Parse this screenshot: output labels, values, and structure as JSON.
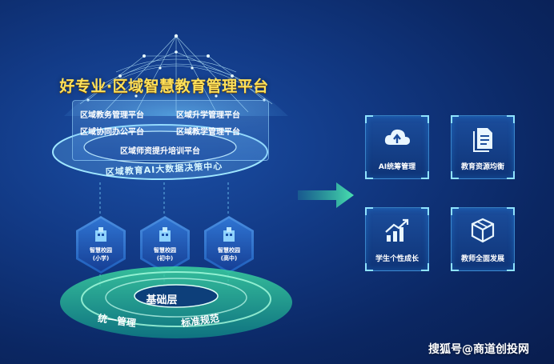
{
  "header": {
    "title": "好专业·区域智慧教育管理平台"
  },
  "platforms": [
    "区域教务管理平台",
    "区域升学管理平台",
    "区域协同办公平台",
    "区域教学管理平台",
    "区域师资提升培训平台"
  ],
  "center_label": "区域教育AI大数据决策中心",
  "schools": [
    {
      "name": "智慧校园",
      "level": "(小学)"
    },
    {
      "name": "智慧校园",
      "level": "(初中)"
    },
    {
      "name": "智慧校园",
      "level": "(高中)"
    }
  ],
  "base": {
    "title": "基础层",
    "left_label": "统一管理",
    "right_label": "标准规范"
  },
  "cards": [
    {
      "label": "AI统筹管理",
      "icon": "cloud-upload-icon"
    },
    {
      "label": "教育资源均衡",
      "icon": "document-icon"
    },
    {
      "label": "学生个性成长",
      "icon": "growth-chart-icon"
    },
    {
      "label": "教师全面发展",
      "icon": "cube-icon"
    }
  ],
  "watermark": "搜狐号@商道创投网",
  "colors": {
    "title": "#ffe15a",
    "accent_green": "#3cd6a0",
    "card_border": "#5abeff"
  }
}
